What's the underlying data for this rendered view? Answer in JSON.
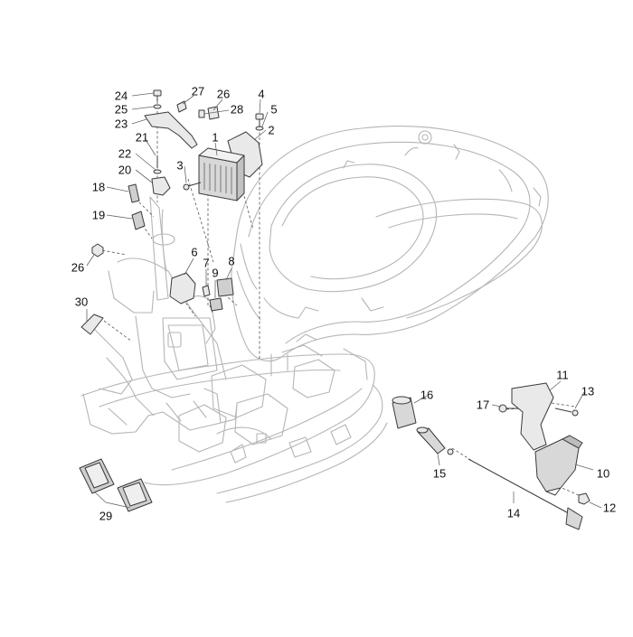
{
  "diagram": {
    "colors": {
      "outline": "#b5b5b5",
      "part_stroke": "#3a3a3a",
      "part_fill": "#e9e9e9",
      "part_dark": "#6a6a6a",
      "leader": "#666666"
    },
    "callouts": [
      {
        "id": "c1",
        "text": "1"
      },
      {
        "id": "c2",
        "text": "2"
      },
      {
        "id": "c3",
        "text": "3"
      },
      {
        "id": "c4",
        "text": "4"
      },
      {
        "id": "c5",
        "text": "5"
      },
      {
        "id": "c6",
        "text": "6"
      },
      {
        "id": "c7",
        "text": "7"
      },
      {
        "id": "c8",
        "text": "8"
      },
      {
        "id": "c9",
        "text": "9"
      },
      {
        "id": "c10",
        "text": "10"
      },
      {
        "id": "c11",
        "text": "11"
      },
      {
        "id": "c12",
        "text": "12"
      },
      {
        "id": "c13",
        "text": "13"
      },
      {
        "id": "c14",
        "text": "14"
      },
      {
        "id": "c15",
        "text": "15"
      },
      {
        "id": "c16",
        "text": "16"
      },
      {
        "id": "c17",
        "text": "17"
      },
      {
        "id": "c18",
        "text": "18"
      },
      {
        "id": "c19",
        "text": "19"
      },
      {
        "id": "c20",
        "text": "20"
      },
      {
        "id": "c21",
        "text": "21"
      },
      {
        "id": "c22",
        "text": "22"
      },
      {
        "id": "c23",
        "text": "23"
      },
      {
        "id": "c24",
        "text": "24"
      },
      {
        "id": "c25",
        "text": "25"
      },
      {
        "id": "c26a",
        "text": "26"
      },
      {
        "id": "c26b",
        "text": "26"
      },
      {
        "id": "c27",
        "text": "27"
      },
      {
        "id": "c28",
        "text": "28"
      },
      {
        "id": "c29",
        "text": "29"
      },
      {
        "id": "c30",
        "text": "30"
      }
    ]
  }
}
